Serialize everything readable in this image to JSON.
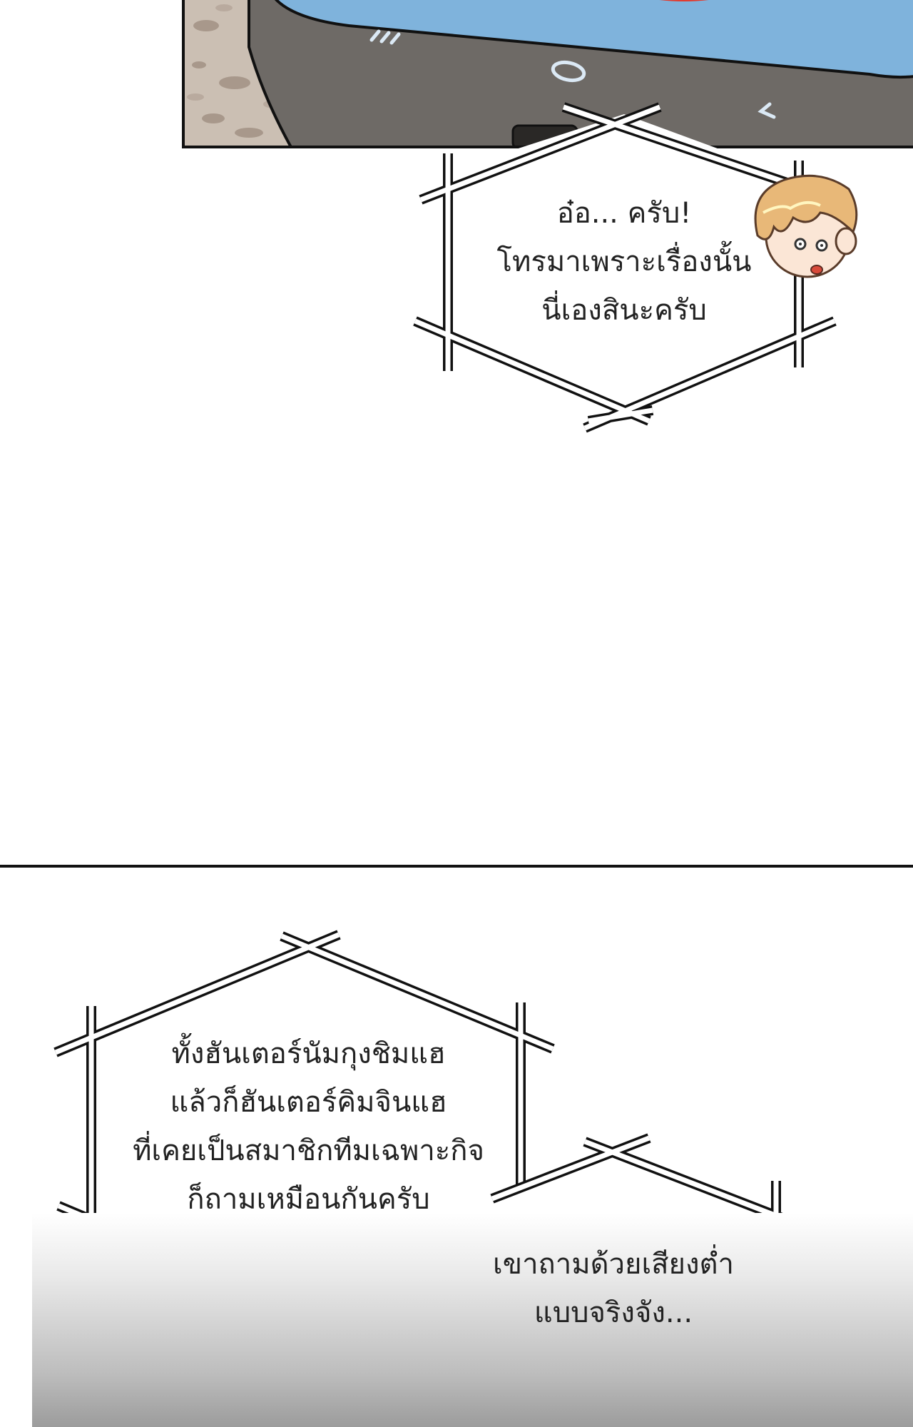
{
  "bubbles": [
    {
      "lines": [
        "อ๋อ... ครับ!",
        "โทรมาเพราะเรื่องนั้น",
        "นี่เองสินะครับ"
      ]
    },
    {
      "lines": [
        "ทั้งฮันเตอร์นัมกุงชิมแฮ",
        "แล้วก็ฮันเตอร์คิมจินแฮ",
        "ที่เคยเป็นสมาชิกทีมเฉพาะกิจ",
        "ก็ถามเหมือนกันครับ"
      ]
    },
    {
      "lines": [
        "เขาถามด้วยเสียงต่ำ",
        "แบบจริงจัง..."
      ]
    }
  ],
  "colors": {
    "background": "#ffffff",
    "panel_border": "#111111",
    "phone_screen": "#7fb3dc",
    "phone_bezel": "#6e6a66",
    "character_hair": "#e8b878",
    "character_skin": "#fbe6d6"
  },
  "icons": {
    "phone_nav": [
      "recent-apps-icon",
      "home-icon",
      "back-icon"
    ]
  }
}
